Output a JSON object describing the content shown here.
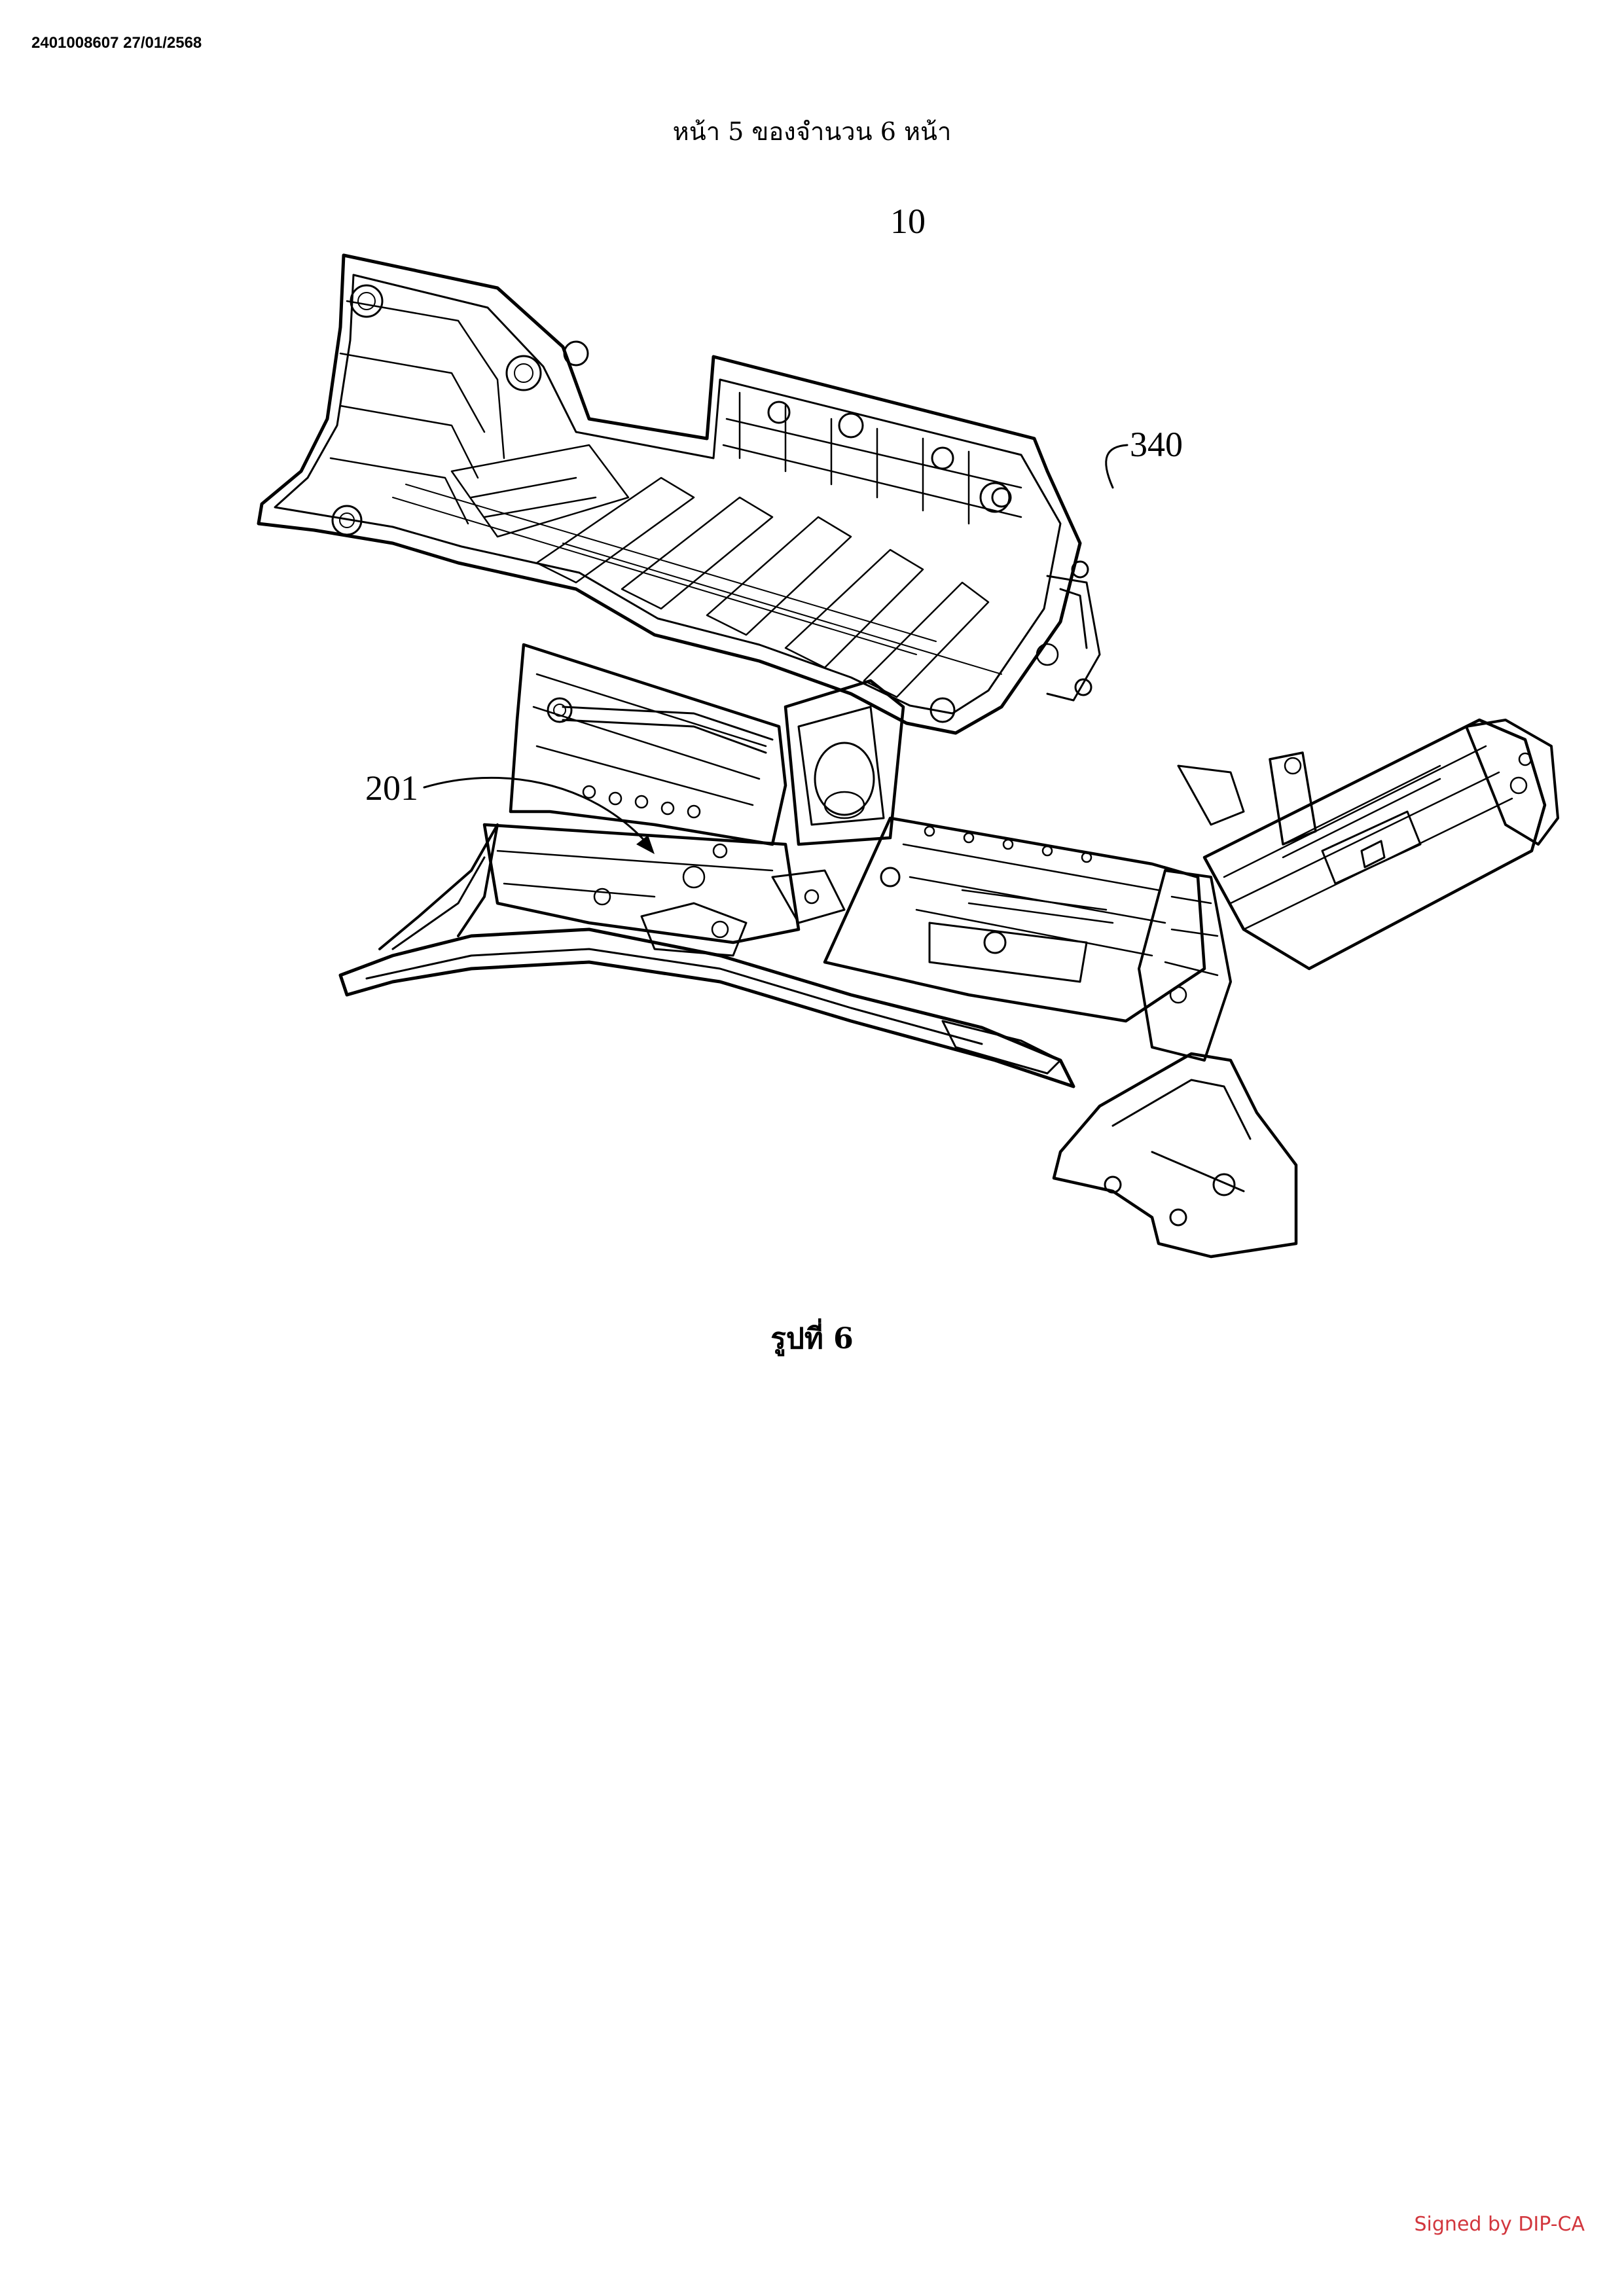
{
  "document": {
    "doc_id": "2401008607 27/01/2568",
    "page_header": "หน้า 5 ของจำนวน 6 หน้า",
    "figure_caption": "รูปที่ 6",
    "signature": "Signed by DIP-CA",
    "signature_color": "#d2363d"
  },
  "figure": {
    "labels": {
      "assembly": "10",
      "panel": "340",
      "part": "201"
    }
  }
}
